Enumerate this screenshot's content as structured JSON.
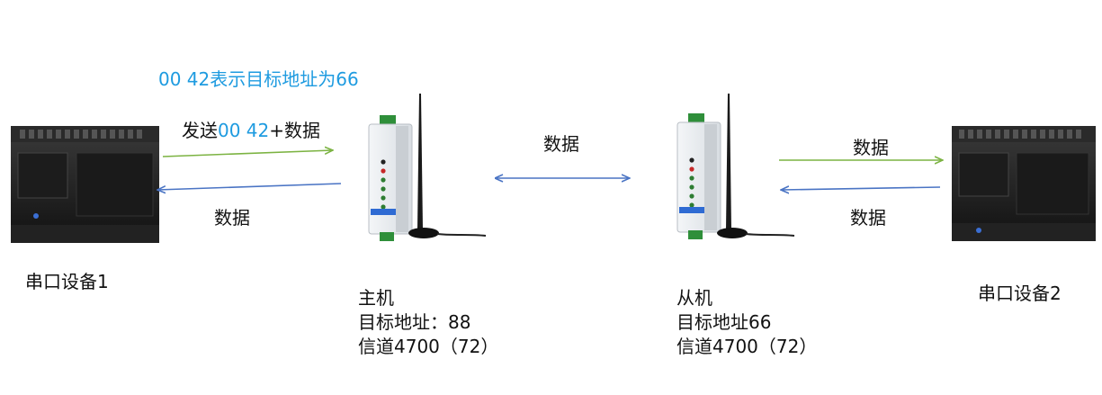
{
  "note": {
    "prefix": "00 42",
    "suffix": "表示目标地址为66"
  },
  "send": {
    "lead": "发送",
    "addr": "00 42",
    "tail": "+数据"
  },
  "arrows": {
    "left_return": "数据",
    "middle": "数据",
    "right_top": "数据",
    "right_bottom": "数据"
  },
  "device1": {
    "label": "串口设备1"
  },
  "device2": {
    "label": "串口设备2"
  },
  "master": {
    "title": "主机",
    "address": "目标地址：88",
    "channel": "信道4700（72）"
  },
  "slave": {
    "title": "从机",
    "address": "目标地址66",
    "channel": "信道4700（72）"
  },
  "colors": {
    "green": "#7cb342",
    "blue": "#4a74c4",
    "cyan_text": "#1e9be0"
  },
  "icons": [
    "plc-device",
    "lora-radio-module",
    "antenna"
  ]
}
